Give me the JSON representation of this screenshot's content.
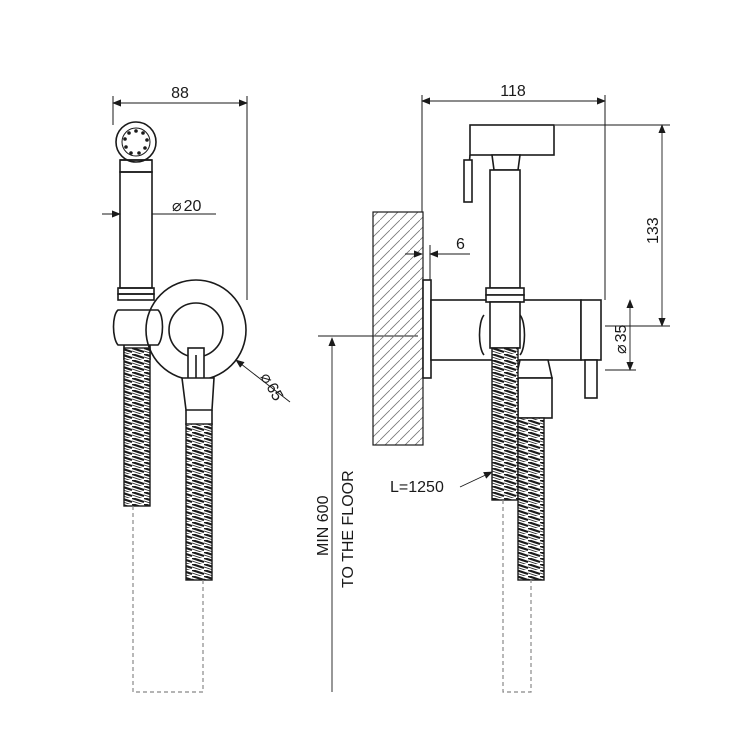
{
  "dimensions": {
    "width_left": "88",
    "handle_diameter": "20",
    "bracket_diameter": "65",
    "width_right": "118",
    "wall_offset": "6",
    "height_right": "133",
    "valve_diameter": "35",
    "hose_length": "L=1250",
    "min_height_line1": "MIN 600",
    "min_height_line2": "TO THE FLOOR"
  },
  "symbols": {
    "diameter": "⌀"
  }
}
